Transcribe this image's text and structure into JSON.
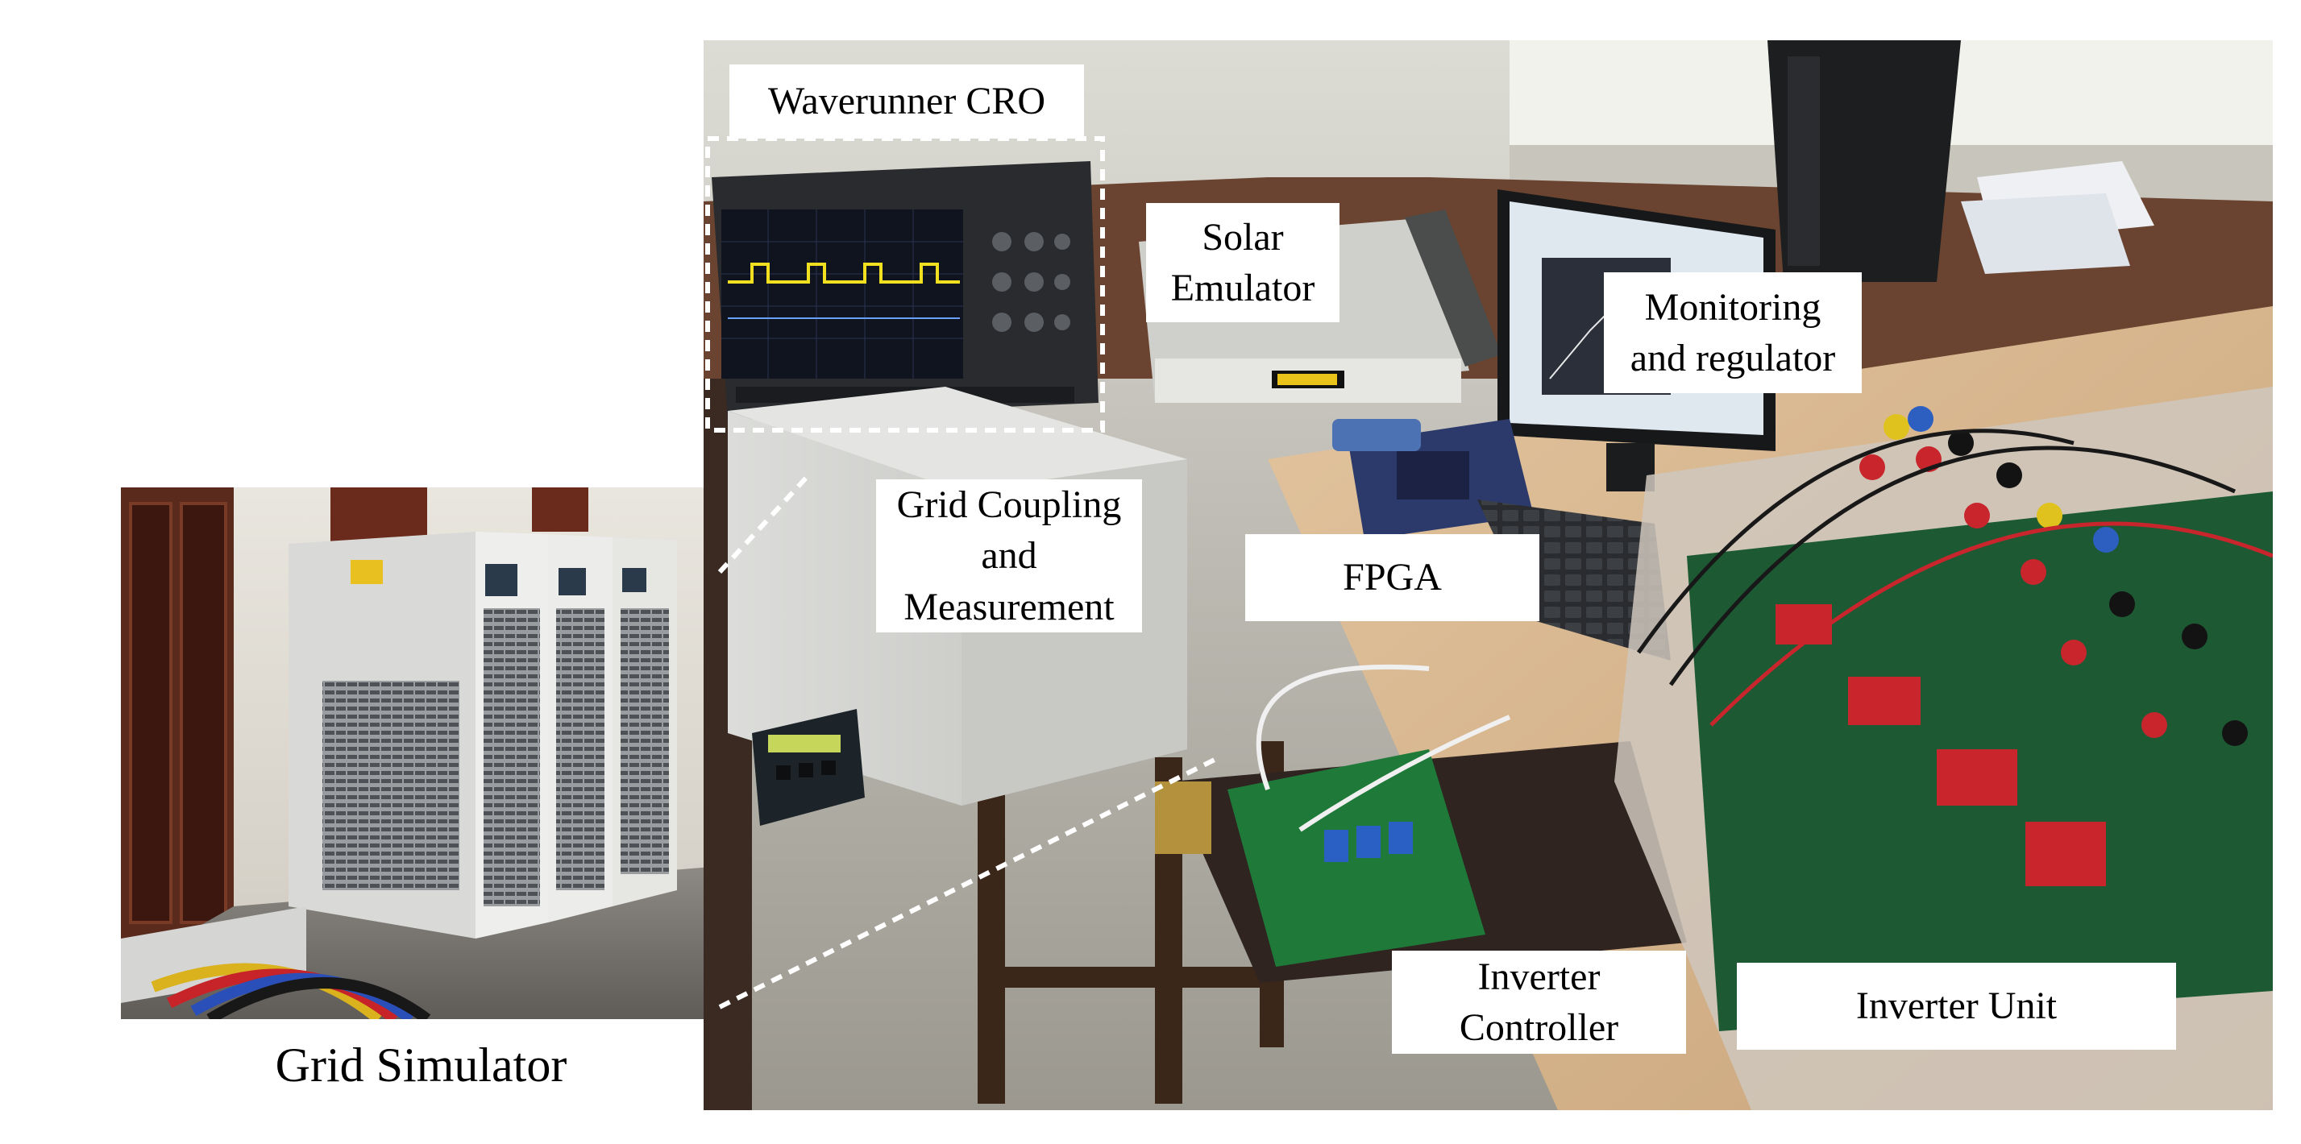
{
  "labels": {
    "waverunner": "Waverunner CRO",
    "solar_emulator": "Solar\nEmulator",
    "monitoring": "Monitoring\nand regulator",
    "grid_coupling": "Grid Coupling\nand\nMeasurement",
    "fpga": "FPGA",
    "inverter_controller": "Inverter\nController",
    "inverter_unit": "Inverter Unit"
  },
  "caption": "Grid Simulator",
  "colors": {
    "wall": "#c9ccc3",
    "desk": "#d9b891",
    "floor": "#b6b3ab",
    "cabinet": "#e4e5e2",
    "dark": "#1b1d20",
    "pcb": "#1f7a3a",
    "red_terminal": "#c8252d",
    "cro_trace": "#f0e020"
  }
}
